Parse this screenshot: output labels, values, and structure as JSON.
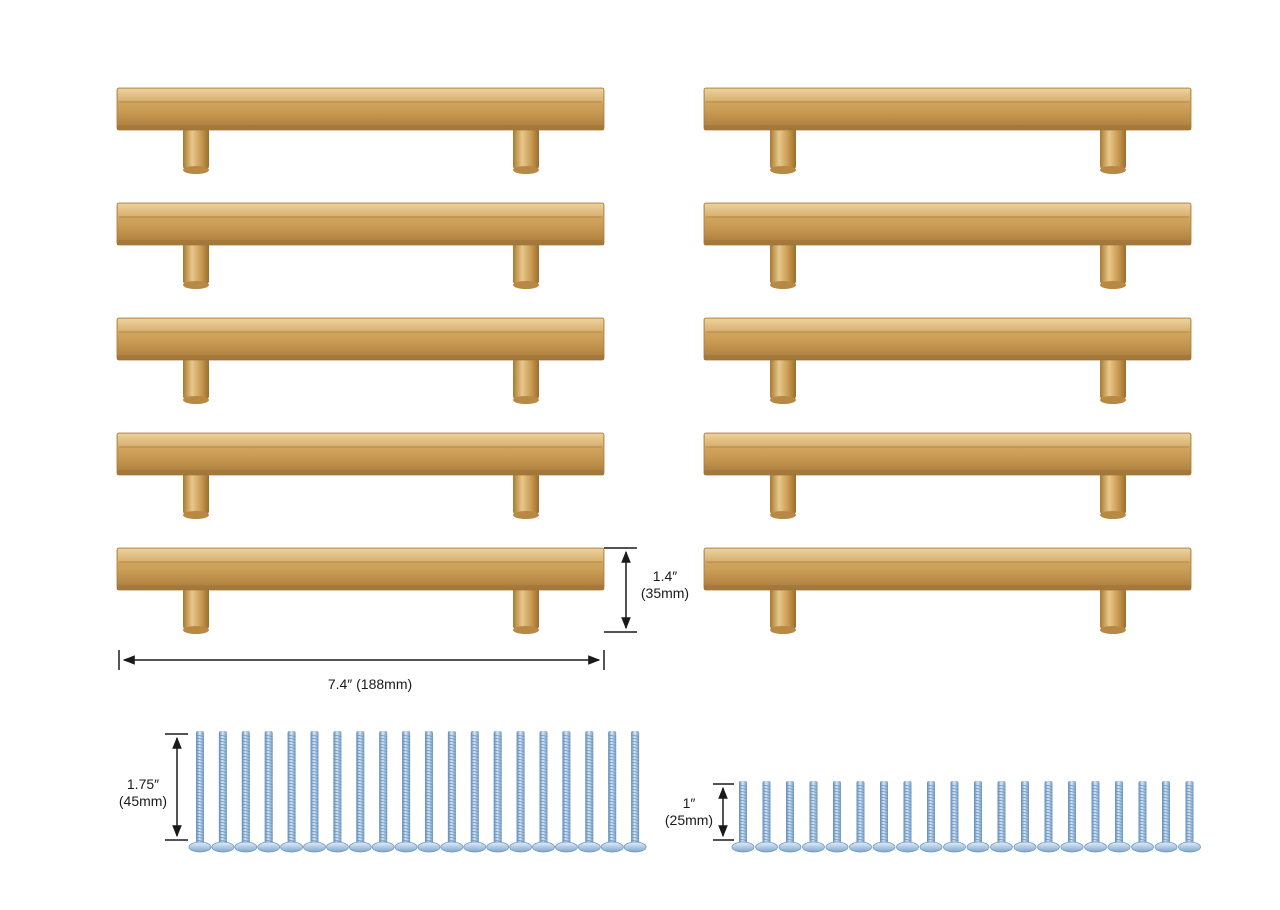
{
  "product": {
    "handle_count": 10,
    "long_screw_count": 20,
    "short_screw_count": 20,
    "colors": {
      "brass_top": "#d9b272",
      "brass_face": "#c89a54",
      "brass_shadow": "#9e7334",
      "screw_light": "#d7e8f7",
      "screw_mid": "#8fb3d6",
      "screw_dark": "#5d86b3"
    }
  },
  "dimensions": {
    "height": {
      "inch": "1.4″",
      "mm": "(35mm)"
    },
    "length": {
      "text": "7.4″ (188mm)"
    },
    "long_screw": {
      "inch": "1.75″",
      "mm": "(45mm)"
    },
    "short_screw": {
      "inch": "1″",
      "mm": "(25mm)"
    }
  }
}
